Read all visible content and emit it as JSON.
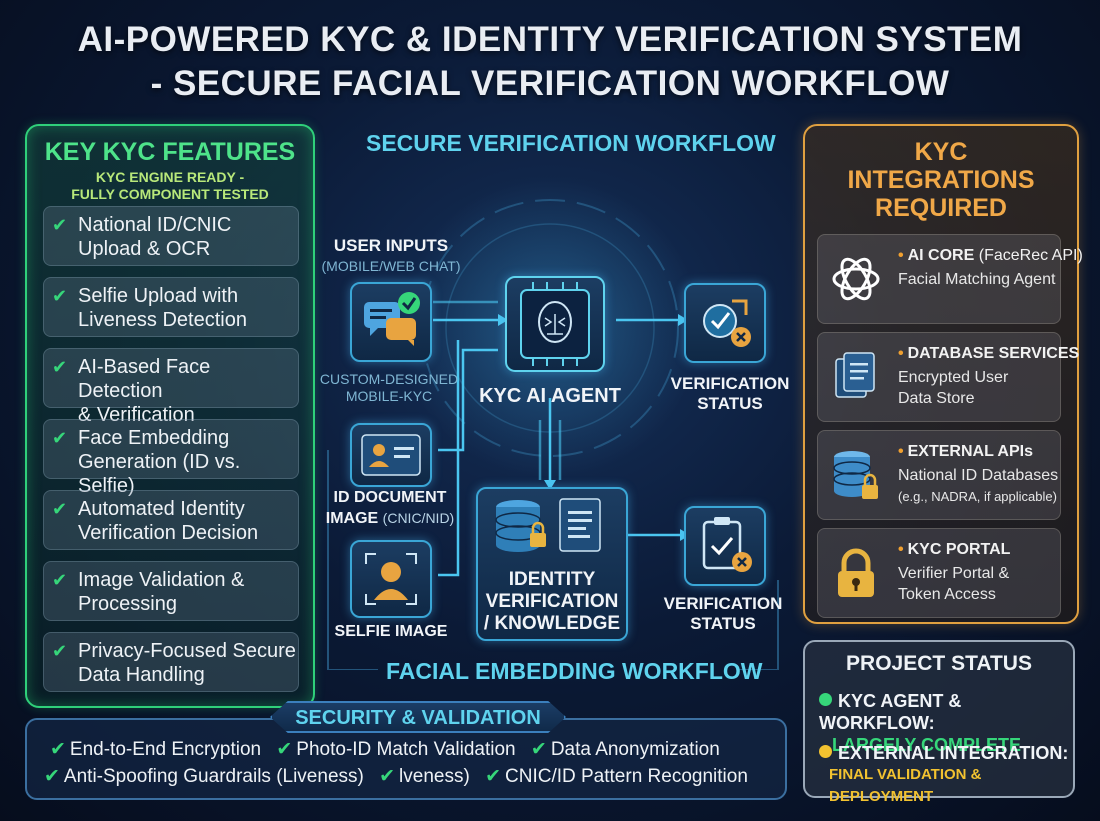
{
  "title": {
    "line1": "AI-POWERED KYC & IDENTITY VERIFICATION SYSTEM",
    "line2": "- SECURE FACIAL VERIFICATION WORKFLOW"
  },
  "features": {
    "heading": "KEY KYC FEATURES",
    "sub1": "KYC ENGINE READY -",
    "sub2": "FULLY COMPONENT TESTED",
    "items": [
      {
        "l1": "National ID/CNIC",
        "l2": "Upload & OCR"
      },
      {
        "l1": "Selfie Upload with",
        "l2": "Liveness Detection"
      },
      {
        "l1": "AI-Based Face Detection",
        "l2": "& Verification"
      },
      {
        "l1": "Face Embedding",
        "l2": "Generation (ID vs. Selfie)"
      },
      {
        "l1": "Automated Identity",
        "l2": "Verification Decision"
      },
      {
        "l1": "Image Validation &",
        "l2": "Processing"
      },
      {
        "l1": "Privacy-Focused Secure",
        "l2": "Data Handling"
      }
    ]
  },
  "workflow": {
    "top_title": "SECURE VERIFICATION WORKFLOW",
    "bottom_title": "FACIAL EMBEDDING WORKFLOW",
    "user_inputs": "USER INPUTS",
    "user_inputs_sub": "(MOBILE/WEB CHAT)",
    "custom1": "CUSTOM-DESIGNED",
    "custom2": "MOBILE-KYC",
    "agent": "KYC AI AGENT",
    "status1_l1": "VERIFICATION",
    "status1_l2": "STATUS",
    "id_doc_l1": "ID DOCUMENT",
    "id_doc_l2a": "IMAGE",
    "id_doc_l2b": "(CNIC/NID)",
    "selfie": "SELFIE IMAGE",
    "identity_l1": "IDENTITY",
    "identity_l2": "VERIFICATION",
    "identity_l3": "/ KNOWLEDGE",
    "status2_l1": "VERIFICATION",
    "status2_l2": "STATUS"
  },
  "integrations": {
    "heading_l1": "KYC",
    "heading_l2": "INTEGRATIONS",
    "heading_l3": "REQUIRED",
    "items": [
      {
        "name": "AI CORE",
        "paren": "(FaceRec API)",
        "d1": "Facial Matching Agent",
        "d2": "",
        "icon": "openai-icon"
      },
      {
        "name": "DATABASE SERVICES",
        "paren": "",
        "d1": "Encrypted User",
        "d2": "Data Store",
        "icon": "documents-icon"
      },
      {
        "name": "EXTERNAL APIs",
        "paren": "",
        "d1": "National ID Databases",
        "d2": "(e.g., NADRA, if applicable)",
        "icon": "database-lock-icon"
      },
      {
        "name": "KYC PORTAL",
        "paren": "",
        "d1": "Verifier Portal &",
        "d2": "Token Access",
        "icon": "padlock-icon"
      }
    ]
  },
  "status": {
    "heading": "PROJECT STATUS",
    "row1_l1": "KYC AGENT & WORKFLOW:",
    "row1_l2": "LARGELY COMPLETE",
    "row2_l1": "EXTERNAL INTEGRATION:",
    "row2_l2": "FINAL VALIDATION & DEPLOYMENT",
    "colors": {
      "complete": "#36d67a",
      "pending": "#f2c230"
    }
  },
  "security": {
    "heading": "SECURITY & VALIDATION",
    "row1": [
      "End-to-End Encryption",
      "Photo-ID Match Validation",
      "Data Anonymization"
    ],
    "row2": [
      "Anti-Spoofing Guardrails (Liveness)",
      "lveness)",
      "CNIC/ID Pattern Recognition"
    ]
  }
}
